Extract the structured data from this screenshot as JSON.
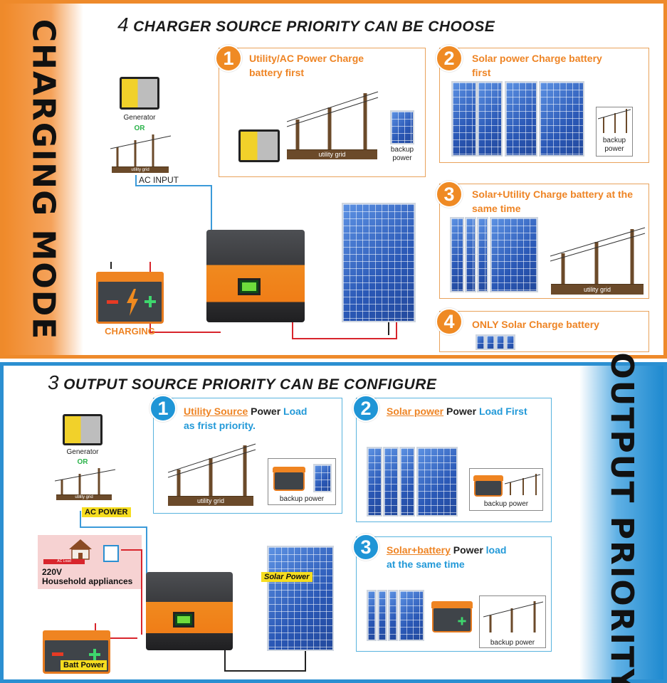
{
  "charging": {
    "side_title": "CHARGING MODE",
    "title_num": "4",
    "title_text": "CHARGER SOURCE PRIORITY CAN BE CHOOSE",
    "generator_label": "Generator",
    "or_label": "OR",
    "grid_label": "utility grid",
    "ac_input_label": "AC INPUT",
    "charging_label": "CHARGING",
    "options": [
      {
        "num": "1",
        "title": "Utility/AC Power Charge battery first",
        "backup": "backup power"
      },
      {
        "num": "2",
        "title": "Solar power Charge battery first",
        "backup": "backup power"
      },
      {
        "num": "3",
        "title": "Solar+Utility Charge battery at the same time"
      },
      {
        "num": "4",
        "title": "ONLY Solar Charge battery"
      }
    ]
  },
  "output": {
    "side_title": "OUTPUT PRIORITY",
    "title_num": "3",
    "title_text": "OUTPUT SOURCE PRIORITY CAN BE CONFIGURE",
    "generator_label": "Generator",
    "or_label": "OR",
    "grid_label": "utility grid",
    "ac_power_label": "AC POWER",
    "household_volt": "220V",
    "household_label": "Household appliances",
    "ac_load_label": "AC Load",
    "solar_power_label": "Solar Power",
    "batt_power_label": "Batt Power",
    "options": [
      {
        "num": "1",
        "parts": [
          "Utility Source",
          "Power",
          "Load",
          "as frist priority."
        ],
        "backup": "backup power"
      },
      {
        "num": "2",
        "parts": [
          "Solar power",
          "Power",
          "Load First"
        ],
        "backup": "backup power"
      },
      {
        "num": "3",
        "parts": [
          "Solar+battery",
          "Power",
          "load",
          "at the same time"
        ],
        "backup": "backup power"
      }
    ]
  },
  "colors": {
    "orange": "#ee8a2b",
    "blue": "#2b8fd1",
    "lcd_green": "#6edc3c"
  }
}
